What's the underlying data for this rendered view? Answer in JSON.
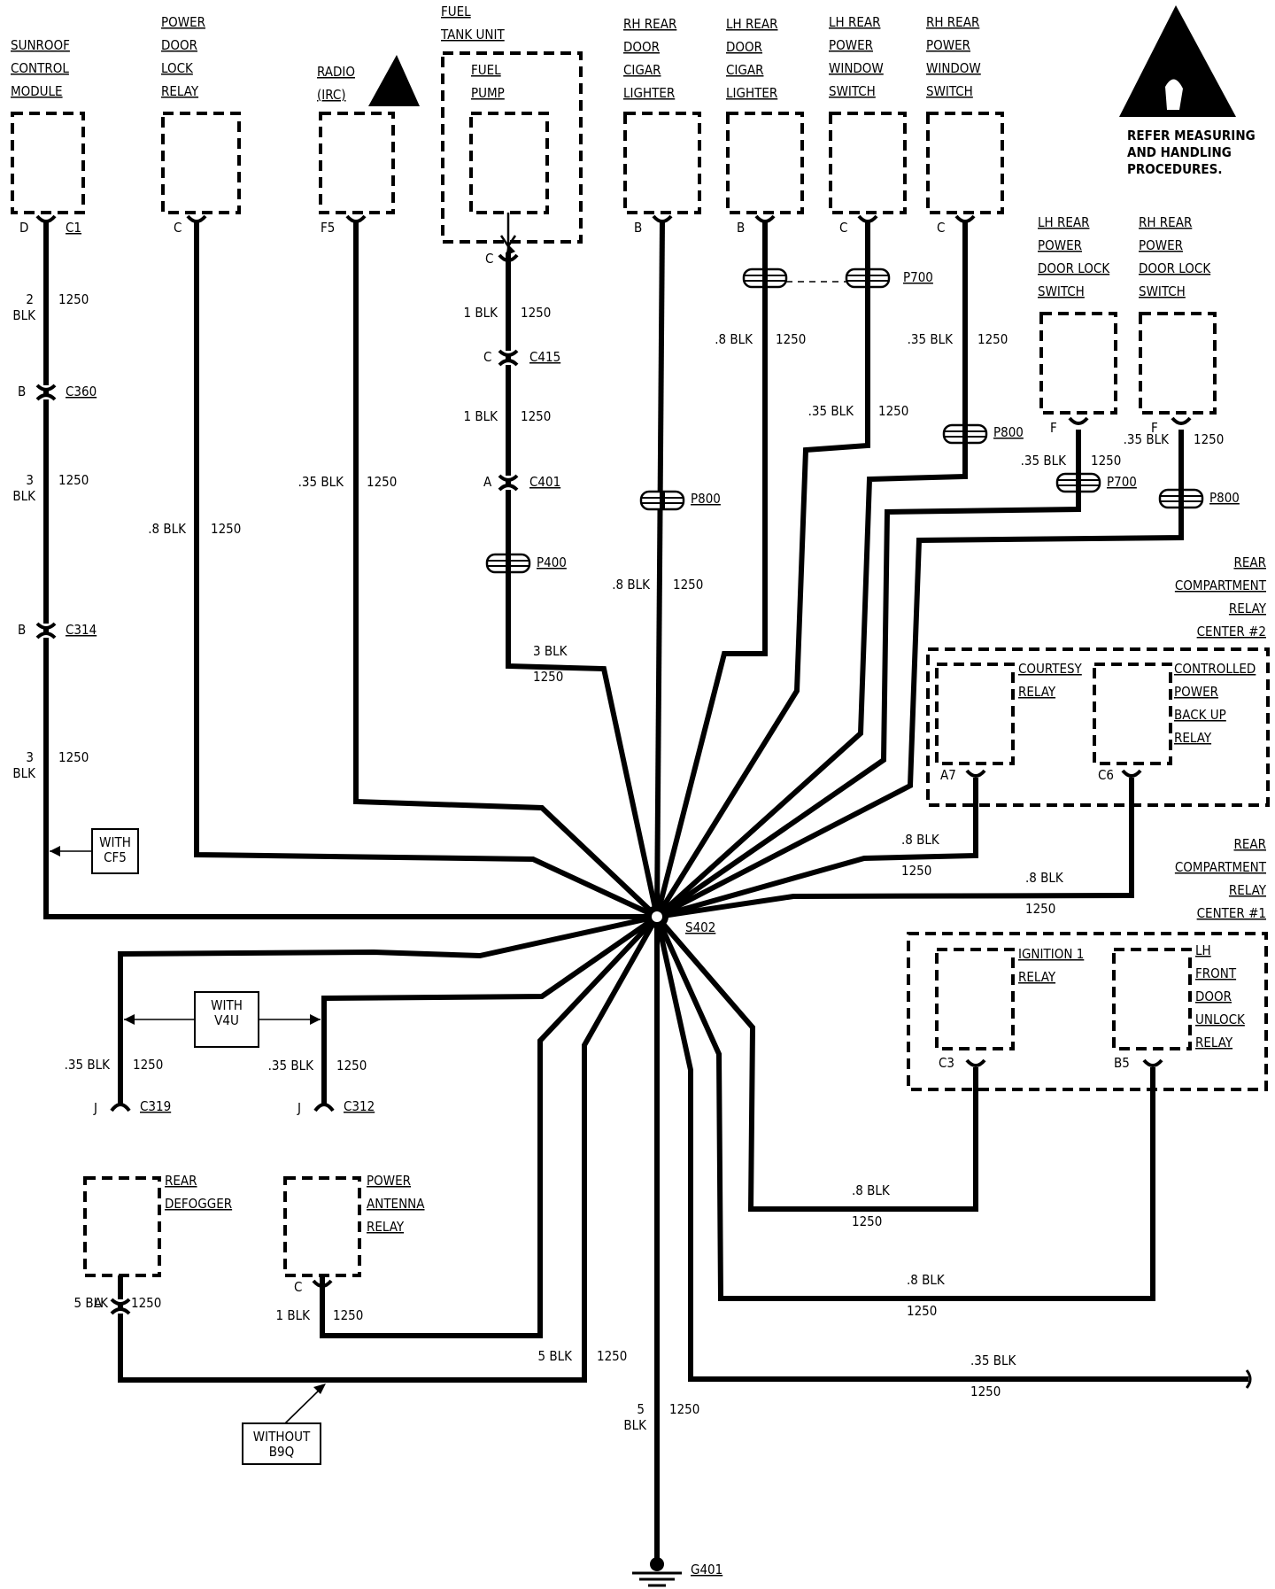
{
  "warning_text": [
    "REFER MEASURING",
    "AND HANDLING",
    "PROCEDURES."
  ],
  "components": {
    "sunroof": [
      "SUNROOF",
      "CONTROL",
      "MODULE"
    ],
    "power_door_lock_relay": [
      "POWER",
      "DOOR",
      "LOCK",
      "RELAY"
    ],
    "radio": [
      "RADIO",
      "(IRC)"
    ],
    "fuel_tank_unit": [
      "FUEL",
      "TANK UNIT"
    ],
    "fuel_pump": [
      "FUEL",
      "PUMP"
    ],
    "rh_rear_door_cigar": [
      "RH REAR",
      "DOOR",
      "CIGAR",
      "LIGHTER"
    ],
    "lh_rear_door_cigar": [
      "LH REAR",
      "DOOR",
      "CIGAR",
      "LIGHTER"
    ],
    "lh_rear_power_window": [
      "LH REAR",
      "POWER",
      "WINDOW",
      "SWITCH"
    ],
    "rh_rear_power_window": [
      "RH REAR",
      "POWER",
      "WINDOW",
      "SWITCH"
    ],
    "lh_rear_pdl_switch": [
      "LH REAR",
      "POWER",
      "DOOR LOCK",
      "SWITCH"
    ],
    "rh_rear_pdl_switch": [
      "RH REAR",
      "POWER",
      "DOOR LOCK",
      "SWITCH"
    ],
    "rcrc2": [
      "REAR",
      "COMPARTMENT",
      "RELAY",
      "CENTER #2"
    ],
    "courtesy_relay": [
      "COURTESY",
      "RELAY"
    ],
    "cpbu_relay": [
      "CONTROLLED",
      "POWER",
      "BACK UP",
      "RELAY"
    ],
    "rcrc1": [
      "REAR",
      "COMPARTMENT",
      "RELAY",
      "CENTER #1"
    ],
    "ignition_relay": [
      "IGNITION 1",
      "RELAY"
    ],
    "lh_front_unlock_relay": [
      "LH",
      "FRONT",
      "DOOR",
      "UNLOCK",
      "RELAY"
    ],
    "rear_defogger": [
      "REAR",
      "DEFOGGER"
    ],
    "power_antenna_relay": [
      "POWER",
      "ANTENNA",
      "RELAY"
    ]
  },
  "pins": {
    "sunroof_d": "D",
    "sunroof_c1": "C1",
    "pdl_c": "C",
    "radio_f5": "F5",
    "fuel_c": "C",
    "rh_cigar_b": "B",
    "lh_cigar_b": "B",
    "lh_win_c": "C",
    "rh_win_c": "C",
    "lh_pdl_f": "F",
    "rh_pdl_f": "F",
    "c360_b": "B",
    "c314_b": "B",
    "c415_c": "C",
    "c401_a": "A",
    "a7": "A7",
    "c6": "C6",
    "c3": "C3",
    "b5": "B5",
    "c319_j": "J",
    "c312_j": "J",
    "defog_a": "A",
    "antenna_c": "C"
  },
  "connectors": {
    "c360": "C360",
    "c314": "C314",
    "c415": "C415",
    "c401": "C401",
    "p400": "P400",
    "p800_a": "P800",
    "p700_a": "P700",
    "p800_b": "P800",
    "p700_b": "P700",
    "p800_c": "P800",
    "c319": "C319",
    "c312": "C312",
    "splice": "S402",
    "ground": "G401"
  },
  "wires": {
    "sunroof_1": [
      "2",
      "BLK",
      "1250"
    ],
    "sunroof_2": [
      "3",
      "BLK",
      "1250"
    ],
    "sunroof_3": [
      "3",
      "BLK",
      "1250"
    ],
    "pdl": [
      ".8 BLK",
      "1250"
    ],
    "radio": [
      ".35 BLK",
      "1250"
    ],
    "fuel_1": [
      "1 BLK",
      "1250"
    ],
    "fuel_2": [
      "1 BLK",
      "1250"
    ],
    "fuel_3": [
      "3 BLK",
      "1250"
    ],
    "rh_cigar": [
      ".8 BLK",
      "1250"
    ],
    "lh_cigar": [
      ".8 BLK",
      "1250"
    ],
    "lh_win": [
      ".35 BLK",
      "1250"
    ],
    "rh_win": [
      ".35 BLK",
      "1250"
    ],
    "lh_pdl": [
      ".35 BLK",
      "1250"
    ],
    "rh_pdl": [
      ".35 BLK",
      "1250"
    ],
    "a7": [
      ".8 BLK",
      "1250"
    ],
    "c6": [
      ".8 BLK",
      "1250"
    ],
    "c3": [
      ".8 BLK",
      "1250"
    ],
    "b5": [
      ".8 BLK",
      "1250"
    ],
    "c319": [
      ".35 BLK",
      "1250"
    ],
    "c312": [
      ".35 BLK",
      "1250"
    ],
    "defog": [
      "5 BLK",
      "1250"
    ],
    "antenna": [
      "1 BLK",
      "1250"
    ],
    "merge": [
      "5 BLK",
      "1250"
    ],
    "ground": [
      "5",
      "BLK",
      "1250"
    ],
    "right_out": [
      ".35 BLK",
      "1250"
    ]
  },
  "options": {
    "cf5": [
      "WITH",
      "CF5"
    ],
    "v4u": [
      "WITH",
      "V4U"
    ],
    "b9q": [
      "WITHOUT",
      "B9Q"
    ]
  }
}
